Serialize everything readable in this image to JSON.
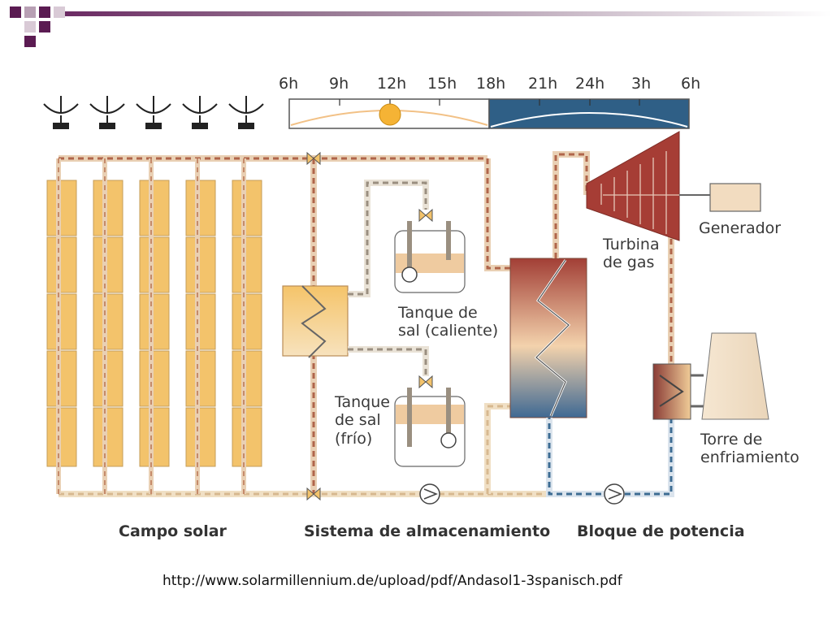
{
  "timeline": {
    "ticks": [
      "6h",
      "9h",
      "12h",
      "15h",
      "18h",
      "21h",
      "24h",
      "3h",
      "6h"
    ]
  },
  "labels": {
    "hot_tank": "Tanque de\nsal (caliente)",
    "cold_tank": "Tanque\nde sal\n(frío)",
    "turbine": "Turbina\nde gas",
    "generator": "Generador",
    "cooling_tower": "Torre de\nenfriamiento"
  },
  "sections": {
    "solar_field": "Campo solar",
    "storage": "Sistema de almacenamiento",
    "power_block": "Bloque de potencia"
  },
  "source_url": "http://www.solarmillennium.de/upload/pdf/Andasol1-3spanisch.pdf",
  "colors": {
    "header_purple": "#5b1b52",
    "collector": "#f3c36b",
    "pipe_hot": "#b0654a",
    "pipe_cold": "#3d6c93",
    "night": "#2f5f86",
    "sun": "#f5b335",
    "turbine": "#a63d35"
  }
}
